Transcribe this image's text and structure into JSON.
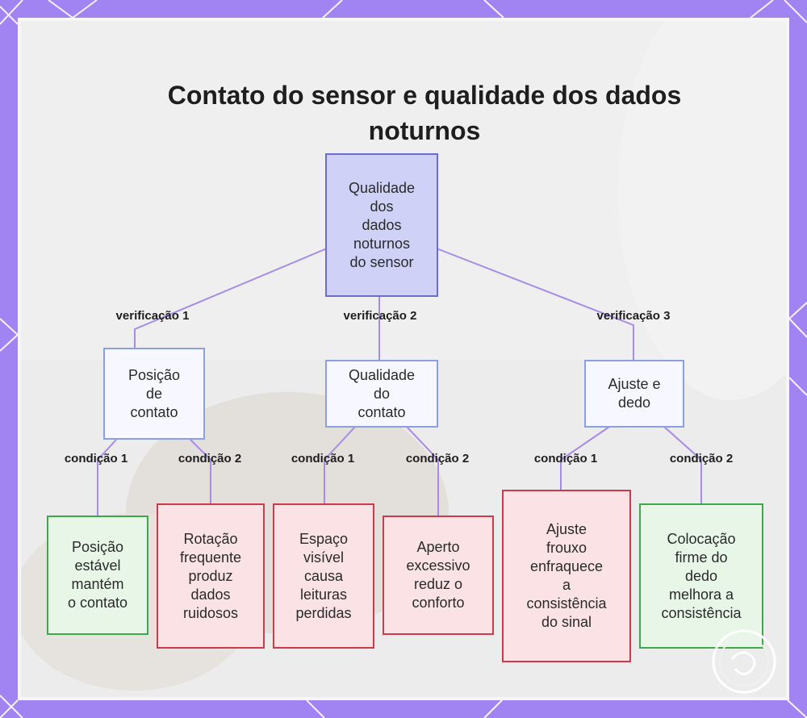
{
  "diagram": {
    "title": "Contato do sensor e qualidade dos dados noturnos",
    "root": {
      "label": "Qualidade\ndos\ndados\nnoturnos\ndo sensor"
    },
    "branches": [
      {
        "edge_label": "verificação 1",
        "node": {
          "label": "Posição\nde\ncontato"
        },
        "children": [
          {
            "edge_label": "condição 1",
            "label": "Posição\nestável\nmantém\no contato",
            "kind": "positive"
          },
          {
            "edge_label": "condição 2",
            "label": "Rotação\nfrequente\nproduz\ndados\nruidosos",
            "kind": "negative"
          }
        ]
      },
      {
        "edge_label": "verificação 2",
        "node": {
          "label": "Qualidade\ndo\ncontato"
        },
        "children": [
          {
            "edge_label": "condição 1",
            "label": "Espaço\nvisível\ncausa\nleituras\nperdidas",
            "kind": "negative"
          },
          {
            "edge_label": "condição 2",
            "label": "Aperto\nexcessivo\nreduz o\nconforto",
            "kind": "negative"
          }
        ]
      },
      {
        "edge_label": "verificação 3",
        "node": {
          "label": "Ajuste e\ndedo"
        },
        "children": [
          {
            "edge_label": "condição 1",
            "label": "Ajuste\nfrouxo\nenfraquece\na\nconsistência\ndo sinal",
            "kind": "negative"
          },
          {
            "edge_label": "condição 2",
            "label": "Colocação\nfirme do\ndedo\nmelhora a\nconsistência",
            "kind": "positive"
          }
        ]
      }
    ]
  },
  "colors": {
    "frame": "#a283f2",
    "edge": "#a88be6",
    "root_fill": "#cfd2f6",
    "root_border": "#6b6bd2",
    "mid_border": "#8aa0e0",
    "positive_fill": "#e8f6e8",
    "positive_border": "#3fa84a",
    "negative_fill": "#fbe3e5",
    "negative_border": "#d0394a"
  }
}
